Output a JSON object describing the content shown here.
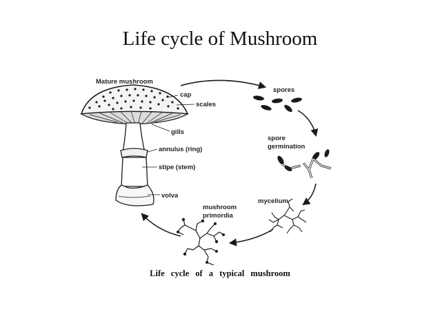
{
  "slide": {
    "title": "Life cycle of Mushroom",
    "caption": "Life cycle of a typical mushroom"
  },
  "diagram": {
    "labels": {
      "mature_mushroom": "Mature mushroom",
      "cap": "cap",
      "scales": "scales",
      "gills": "gills",
      "annulus": "annulus (ring)",
      "stipe": "stipe (stem)",
      "volva": "volva",
      "spores": "spores",
      "spore_germination_1": "spore",
      "spore_germination_2": "germination",
      "mycelium": "mycelium",
      "primordia_1": "mushroom",
      "primordia_2": "primordia"
    },
    "colors": {
      "ink": "#1a1a1a",
      "background": "#ffffff"
    }
  }
}
